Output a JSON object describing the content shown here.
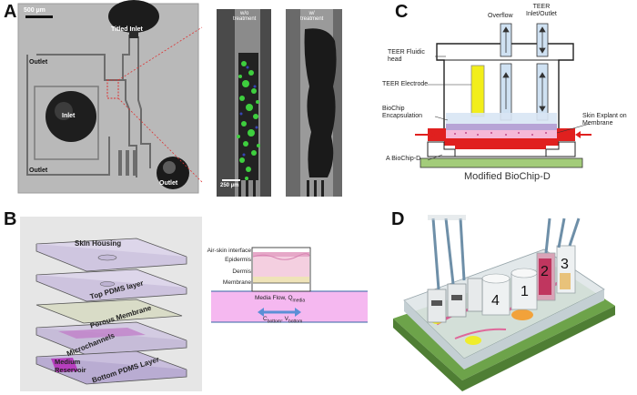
{
  "panels": {
    "a": {
      "letter": "A",
      "scale_bar_1": "500 µm",
      "titled_inlet": "Titled Inlet",
      "outlet_top": "Outlet",
      "inlet": "Inlet",
      "outlet_bottom": "Outlet",
      "outlet_right": "Outlet",
      "wo_treatment": "w/o\ntreatment",
      "w_treatment": "w/\ntreatment",
      "scale_bar_2": "250 µm"
    },
    "b": {
      "letter": "B",
      "skin_housing": "Skin Housing",
      "top_pdms": "Top PDMS layer",
      "porous_membrane": "Porous Membrane",
      "microchannels": "Microchannels",
      "bottom_pdms": "Bottom PDMS Layer",
      "medium_reservoir": "Medium\nReservoir",
      "air_skin": "Air-skin interface",
      "epidermis": "Epidermis",
      "dermis": "Dermis",
      "membrane": "Membrane",
      "media_flow": "Media Flow, Q",
      "media_flow_sub": "media",
      "c_bottom": "C",
      "c_bottom_sub": "bottom",
      "v_bottom": "V",
      "v_bottom_sub": "bottom"
    },
    "c": {
      "letter": "C",
      "overflow": "Overflow",
      "teer_inlet": "TEER\nInlet/Outlet",
      "teer_fluidic": "TEER Fluidic\nhead",
      "teer_electrode": "TEER Electrode",
      "biochip_encap": "BioChip\nEncapsulation",
      "skin_explant": "Skin Explant on\nMembrane",
      "biochip_d_side": "A BioChip-D",
      "caption": "Modified BioChip-D"
    },
    "d": {
      "letter": "D",
      "num_1": "1",
      "num_2": "2",
      "num_3": "3",
      "num_4": "4"
    }
  },
  "colors": {
    "red": "#e0201f",
    "pink": "#f5b8d7",
    "light_blue": "#cfe1f2",
    "yellow": "#f2ee1a",
    "green": "#a3cc7a",
    "purple": "#b7a4d6"
  }
}
